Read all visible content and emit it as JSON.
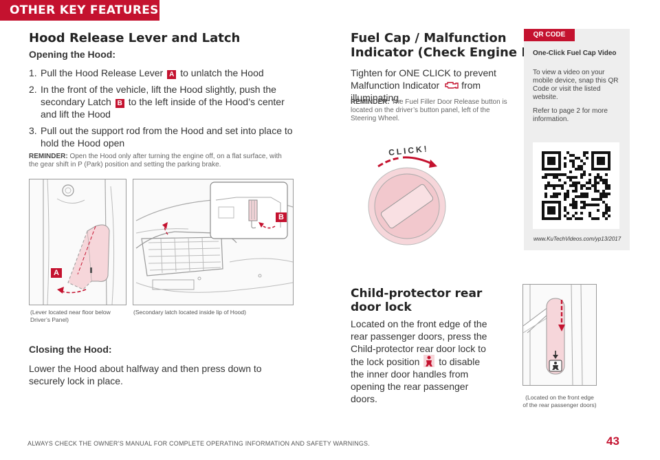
{
  "banner": "OTHER KEY FEATURES",
  "hood": {
    "title": "Hood Release Lever and Latch",
    "opening_title": "Opening the Hood:",
    "steps": [
      {
        "n": "1.",
        "a": "Pull the Hood Release Lever ",
        "badge": "A",
        "b": " to unlatch the Hood"
      },
      {
        "n": "2.",
        "a": "In the front of the vehicle, lift the Hood slightly, push the secondary Latch ",
        "badge": "B",
        "b": " to the left inside of the Hood’s center and lift the Hood"
      },
      {
        "n": "3.",
        "a": "Pull out the support rod from the Hood and set into place to hold the Hood open",
        "badge": "",
        "b": ""
      }
    ],
    "reminder_label": "REMINDER:",
    "reminder_text": " Open the Hood only after turning the engine off, on a flat surface, with the gear shift in P (Park) position and setting the parking brake.",
    "label_a": "A",
    "label_b": "B",
    "caption_left_1": "(Lever located near floor below",
    "caption_left_2": "Driver’s Panel)",
    "caption_right": "(Secondary latch located inside lip of Hood)",
    "closing_title": "Closing the Hood:",
    "closing_text": "Lower the Hood about halfway and then press down to securely lock in place."
  },
  "fuel": {
    "title_1": "Fuel Cap / Malfunction",
    "title_2": "Indicator (Check Engine Light)",
    "text_a": "Tighten for ONE CLICK to prevent",
    "text_b": "Malfunction Indicator",
    "text_c": "from illuminating.",
    "reminder_label": "REMINDER:",
    "reminder_text": " The Fuel Filler Door Release button is located on the driver’s button panel, left of the Steering Wheel.",
    "click_text": "CLICK!"
  },
  "qr": {
    "tag": "QR CODE",
    "title": "One-Click Fuel Cap Video",
    "text_1": "To view a video on your mobile device, snap this QR Code or visit the listed website.",
    "text_2": "Refer to page 2 for more information.",
    "url": "www.KuTechVideos.com/yp13/2017"
  },
  "child": {
    "title_1": "Child-protector rear",
    "title_2": "door lock",
    "text_a": "Located on the front edge of the rear passenger doors, press the Child-protector rear door lock to the lock position",
    "text_b": "to disable the inner door handles from opening the rear passenger doors.",
    "caption_1": "(Located on the front edge",
    "caption_2": "of the rear passenger doors)"
  },
  "footer": "ALWAYS CHECK THE OWNER’S MANUAL FOR COMPLETE OPERATING INFORMATION AND SAFETY WARNINGS.",
  "page_number": "43",
  "colors": {
    "accent": "#c4122f",
    "panel_gray": "#eeeeee",
    "pink": "#f6d6da"
  }
}
